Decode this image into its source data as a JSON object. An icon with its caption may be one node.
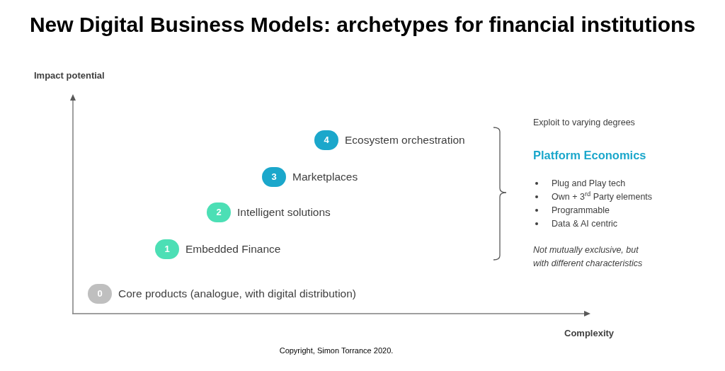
{
  "diagram": {
    "title": "New Digital Business Models: archetypes for financial institutions",
    "nodes": [
      {
        "text": [
          "4"
        ],
        "beside": [
          "Ecosystem orchestration"
        ]
      },
      {
        "text": [
          "3"
        ],
        "beside": [
          "Marketplaces"
        ]
      },
      {
        "text": [
          "2"
        ],
        "beside": [
          "Intelligent solutions"
        ]
      },
      {
        "text": [
          "1"
        ],
        "beside": [
          "Embedded Finance"
        ]
      },
      {
        "text": [
          "0"
        ],
        "beside": [
          "Core products (analogue, with digital distribution)"
        ]
      }
    ],
    "labels": [
      "Impact potential",
      "Exploit to varying degrees",
      "Platform Economics",
      "Plug and Play tech",
      "Own + 3$^{rd}$ Party elements",
      "Programmable",
      "Data & AI centric",
      "Not mutually exclusive, but with different characteristics",
      "Complexity",
      "Copyright, Simon Torrance 2020."
    ]
  }
}
